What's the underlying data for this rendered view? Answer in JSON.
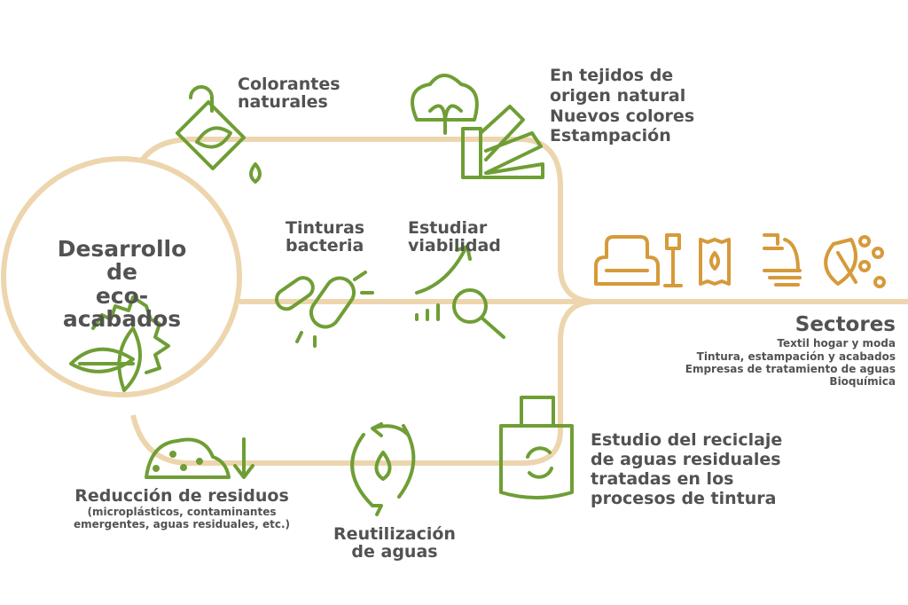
{
  "colors": {
    "green": "#6f9e35",
    "line": "#edd5ad",
    "gold": "#d69a3a",
    "text": "#525252"
  },
  "center": {
    "title_line1": "Desarrollo de",
    "title_line2": "eco-acabados",
    "icon": "gear-leaves-icon"
  },
  "nodes": {
    "colorantes": {
      "line1": "Colorantes",
      "line2": "naturales",
      "icon": "dye-bottle-leaf-icon"
    },
    "tejidos": {
      "line1": "En tejidos de",
      "line2": "origen natural",
      "line3": "Nuevos colores",
      "line4": "Estampación",
      "icon": "cotton-swatch-icon"
    },
    "tinturas": {
      "line1": "Tinturas",
      "line2": "bacteria",
      "icon": "bacteria-icon"
    },
    "viabilidad": {
      "line1": "Estudiar",
      "line2": "viabilidad",
      "icon": "growth-magnifier-icon"
    },
    "reciclaje": {
      "line1": "Estudio del reciclaje",
      "line2": "de aguas residuales",
      "line3": "tratadas en los",
      "line4": "procesos de tintura",
      "icon": "recycling-tank-icon"
    },
    "reutilizacion": {
      "line1": "Reutilización",
      "line2": "de aguas",
      "icon": "water-cycle-icon"
    },
    "residuos": {
      "line1": "Reducción de residuos",
      "line2": "(microplásticos, contaminantes",
      "line3": "emergentes, aguas residuales, etc.)",
      "icon": "waste-reduction-icon"
    }
  },
  "sectores": {
    "title": "Sectores",
    "items": [
      "Textil hogar y moda",
      "Tintura, estampación y acabados",
      "Empresas de tratamiento de aguas",
      "Bioquímica"
    ],
    "icons": [
      "sofa-icon",
      "lamp-icon",
      "fabric-drop-icon",
      "water-treatment-icon",
      "leaf-molecule-icon"
    ]
  }
}
